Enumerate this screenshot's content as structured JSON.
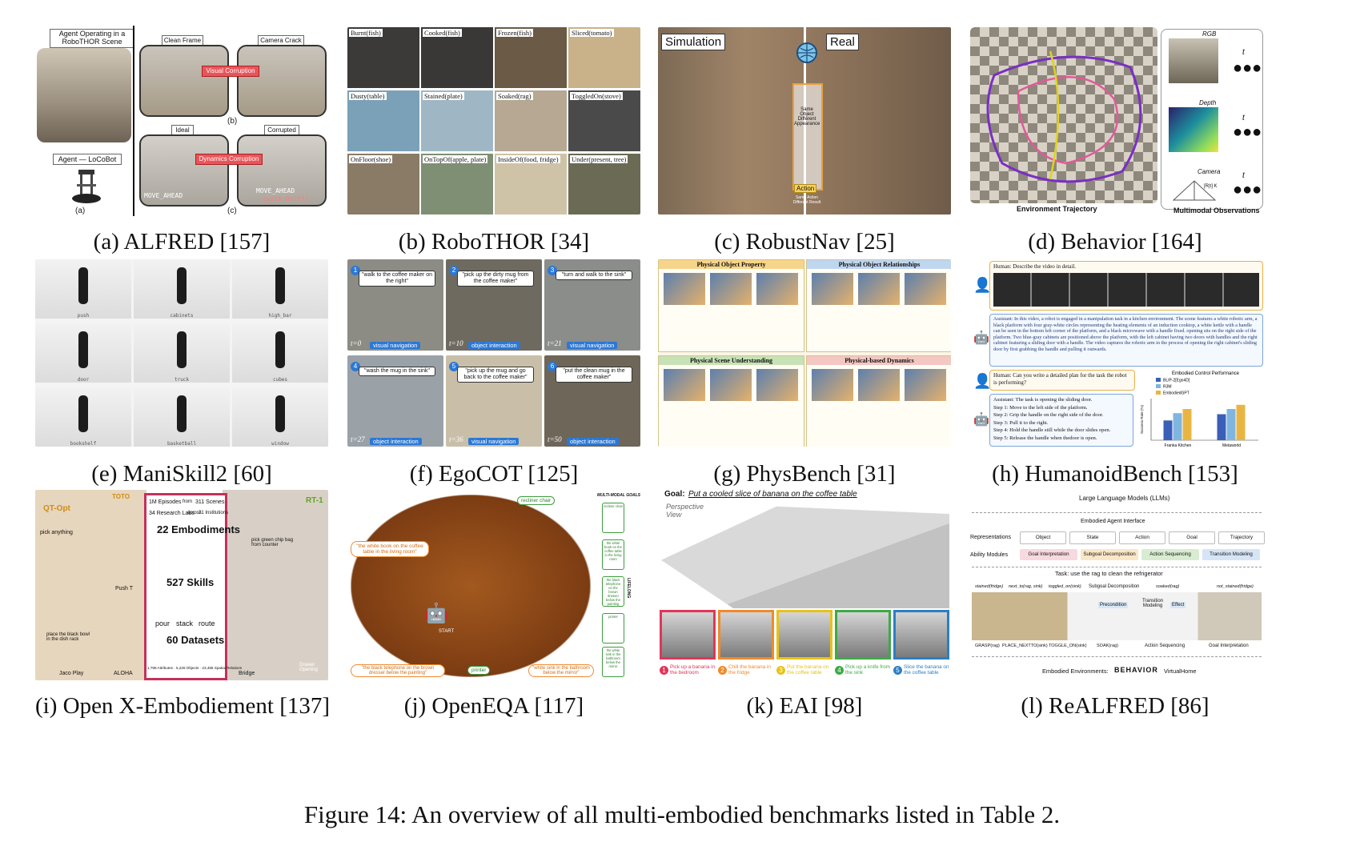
{
  "figure_caption": "Figure 14: An overview of all multi-embodied benchmarks listed in Table 2.",
  "panels": {
    "a": {
      "caption": "(a) ALFRED [157]",
      "texts": {
        "agent_scene": "Agent Operating in a RoboTHOR Scene",
        "clean_frame": "Clean Frame",
        "camera_crack": "Camera Crack",
        "visual_corruption": "Visual Corruption",
        "agent_locobot": "Agent — LoCoBot",
        "ideal": "Ideal",
        "corrupted": "Corrupted",
        "dynamics_corruption": "Dynamics Corruption",
        "move_ahead": "MOVE_AHEAD",
        "move_ahead_drift": "MOVE_AHEAD",
        "with_drift": "(with Drift)",
        "mark_a": "(a)",
        "mark_b": "(b)",
        "mark_c": "(c)"
      }
    },
    "b": {
      "caption": "(b) RoboTHOR [34]",
      "tiles": [
        "Burnt(fish)",
        "Cooked(fish)",
        "Frozen(fish)",
        "Sliced(tomato)",
        "Dusty(table)",
        "Stained(plate)",
        "Soaked(rag)",
        "ToggledOn(stove)",
        "OnFloor(shoe)",
        "OnTopOf(apple, plate)",
        "InsideOf(food, fridge)",
        "Under(present, tree)"
      ]
    },
    "c": {
      "caption": "(c) RobustNav [25]",
      "texts": {
        "simulation": "Simulation",
        "real": "Real",
        "same_object": "Same Object Different Appearance",
        "action": "Action",
        "same_action": "Same Action Different Result"
      }
    },
    "d": {
      "caption": "(d) Behavior [164]",
      "texts": {
        "rgb": "RGB",
        "depth": "Depth",
        "camera": "Camera",
        "cam_matrix": "[R|t] K",
        "t1": "t",
        "t2": "t",
        "t3": "t",
        "env_traj": "Environment Trajectory",
        "multimodal": "Multimodal Observations"
      }
    },
    "e": {
      "caption": "(e) ManiSkill2 [60]",
      "tiles": [
        "push",
        "cabinets",
        "high_bar",
        "door",
        "truck",
        "cubes",
        "bookshelf",
        "basketball",
        "window"
      ]
    },
    "f": {
      "caption": "(f) EgoCOT [125]",
      "tiles": [
        {
          "num": "1",
          "quote": "\"walk to the coffee maker on the right\"",
          "time": "t=0",
          "tag": "visual navigation"
        },
        {
          "num": "2",
          "quote": "\"pick up the dirty mug from the coffee maker\"",
          "time": "t=10",
          "tag": "object interaction"
        },
        {
          "num": "3",
          "quote": "\"turn and walk to the sink\"",
          "time": "t=21",
          "tag": "visual navigation"
        },
        {
          "num": "4",
          "quote": "\"wash the mug in the sink\"",
          "time": "t=27",
          "tag": "object interaction"
        },
        {
          "num": "5",
          "quote": "\"pick up the mug and go back to the coffee maker\"",
          "time": "t=36",
          "tag": "visual navigation"
        },
        {
          "num": "6",
          "quote": "\"put the clean mug in the coffee maker\"",
          "time": "t=50",
          "tag": "object interaction"
        }
      ]
    },
    "g": {
      "caption": "(g) PhysBench [31]",
      "sections": [
        "Physical Object Property",
        "Physical Object Relationships",
        "Physical Scene Understanding",
        "Physical-based Dynamics"
      ]
    },
    "h": {
      "caption": "(h) HumanoidBench [153]",
      "texts": {
        "human1": "Human: Describe the video in detail.",
        "assistant1": "Assistant: In this video, a robot is engaged in a manipulation task in a kitchen environment. The scene features a white robotic arm, a black platform with four gray-white circles representing the heating elements of an induction cooktop, a white kettle with a handle can be seen in the bottom left corner of the platform, and a black microwave with a handle fixed. opening sits on the right side of the platform. Two blue-gray cabinets are positioned above the platform, with the left cabinet having two doors with handles and the right cabinet featuring a sliding door with a handle. The video captures the robotic arm in the process of opening the right cabinet's sliding door by first grabbing the handle and pulling it outwards.",
        "human2": "Human: Can you write a detailed plan for the task the robot is performing?",
        "assistant2": "Assistant: The task is opening the sliding door.",
        "step1": "Step 1: Move to the left side of the platform.",
        "step2": "Step 2: Grip the handle on the right side of the door.",
        "step3": "Step 3: Pull it to the right.",
        "step4": "Step 4: Hold the handle still while the door slides open.",
        "step5": "Step 5: Release the handle when thedoor is open."
      }
    },
    "i": {
      "caption": "(i) Open X-Embodiement [137]",
      "texts": {
        "qt_opt": "QT-Opt",
        "toto": "TOTO",
        "rt1": "RT-1",
        "episodes": "1M Episodes",
        "from": "from",
        "scenes": "311 Scenes",
        "labs": "34 Research Labs",
        "across": "across",
        "institutions": "21 Institutions",
        "embodiments": "22 Embodiments",
        "skills": "527 Skills",
        "pour": "pour",
        "stack": "stack",
        "route": "route",
        "datasets": "60 Datasets",
        "stats": "1,798 Attributes · 5,228 Objects · 23,486 Spatial Relations",
        "pick_anything": "pick anything",
        "push_t": "Push T",
        "pick_green": "pick green chip bag from counter",
        "place_black": "place the black bowl in the dish rack",
        "jaco": "Jaco Play",
        "aloha": "ALOHA",
        "bridge": "Bridge",
        "drawer": "Drawer Opening"
      }
    },
    "j": {
      "caption": "(j) OpenEQA [117]",
      "texts": {
        "goals_title": "MULTI-MODAL GOALS",
        "lifelong": "LIFELONG",
        "g1": "recliner chair",
        "g2": "the white book on the coffee table in the living room",
        "g3": "the black telephone on the brown dresser below the painting",
        "g4": "printer",
        "g5": "the white sink in the bathroom below the mirror",
        "q1": "\"the white book on the coffee table in the living room\"",
        "q2": "\"the black telephone on the brown dresser below the painting\"",
        "q3": "\"white sink in the bathroom below the mirror\"",
        "recliner": "recliner chair",
        "printer": "printer",
        "start": "START"
      }
    },
    "k": {
      "caption": "(k) EAI [98]",
      "texts": {
        "goal_label": "Goal:",
        "goal": "Put a cooled slice of banana on the coffee table",
        "view": "Perspective View"
      },
      "steps": [
        {
          "n": "1",
          "text": "Pick up a banana in the bedroom",
          "color": "#e0365a"
        },
        {
          "n": "2",
          "text": "Chill the banana in the fridge",
          "color": "#f08a2c"
        },
        {
          "n": "3",
          "text": "Put the banana on the coffee table",
          "color": "#e8c21a"
        },
        {
          "n": "4",
          "text": "Pick up a knife from the sink",
          "color": "#3daa47"
        },
        {
          "n": "5",
          "text": "Slice the banana on the coffee table",
          "color": "#2a7fc4"
        }
      ]
    },
    "l": {
      "caption": "(l) ReALFRED [86]",
      "texts": {
        "llm": "Large Language Models (LLMs)",
        "interface": "Embodied Agent Interface",
        "representations": "Representations",
        "ability": "Ability Modules",
        "object": "Object",
        "state": "State",
        "action": "Action",
        "goal": "Goal",
        "trajectory": "Trajectory",
        "goal_interp": "Goal Interpretation",
        "subgoal_decomp": "Subgoal Decomposition",
        "action_seq": "Action Sequencing",
        "transition": "Transition Modeling",
        "task": "Task: use the rag to clean the refrigerator",
        "s1": "stained(fridge)",
        "s2": "next_to(rag, sink)",
        "s3": "toggled_on(sink)",
        "s4": "soaked(rag)",
        "s5": "not_stained(fridge)",
        "subgoal_d": "Subgoal Decomposition",
        "precondition": "Precondition",
        "transition_m": "Transition Modeling",
        "effect": "Effect",
        "a1": "GRASP(rag)",
        "a2": "PLACE_NEXTTO(sink)",
        "a3": "TOGGLE_ON(sink)",
        "a4": "SOAK(rag)",
        "action_s": "Action Sequencing",
        "goal_i": "Goal Interpretation",
        "envs": "Embodied Environments:",
        "behavior": "BEHAVIOR",
        "vh": "VirtualHome"
      }
    }
  },
  "chart_data": {
    "type": "bar",
    "title": "Embodied Control Performance",
    "categories": [
      "Franka Kitchen",
      "Metaworld"
    ],
    "ylabel": "Success Rate (%)",
    "series": [
      {
        "name": "BLIP-2[Ego4D]",
        "values": [
          38,
          50
        ],
        "color": "#3b5fb8"
      },
      {
        "name": "R3M",
        "values": [
          52,
          60
        ],
        "color": "#7fb6e0"
      },
      {
        "name": "EmbodiedGPT",
        "values": [
          60,
          68
        ],
        "color": "#e9b542"
      }
    ],
    "ylim": [
      0,
      80
    ]
  }
}
